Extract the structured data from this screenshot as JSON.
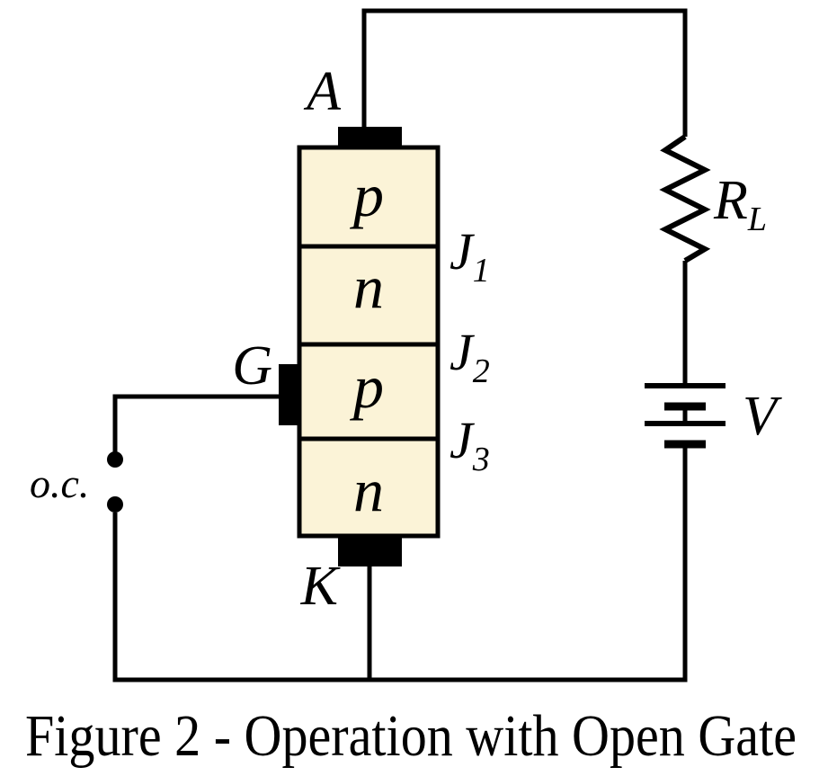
{
  "figure": {
    "caption": "Figure 2 - Operation with Open Gate"
  },
  "colors": {
    "background": "#FFFFFF",
    "line": "#000000",
    "region-fill": "#FBF3D7"
  },
  "device": {
    "terminals": {
      "anode": "A",
      "cathode": "K",
      "gate": "G"
    },
    "regions": [
      "p",
      "n",
      "p",
      "n"
    ],
    "junctions": [
      {
        "base": "J",
        "sub": "1"
      },
      {
        "base": "J",
        "sub": "2"
      },
      {
        "base": "J",
        "sub": "3"
      }
    ]
  },
  "circuit": {
    "load_resistor": {
      "base": "R",
      "sub": "L"
    },
    "battery": "V",
    "gate_connection": "o.c."
  }
}
